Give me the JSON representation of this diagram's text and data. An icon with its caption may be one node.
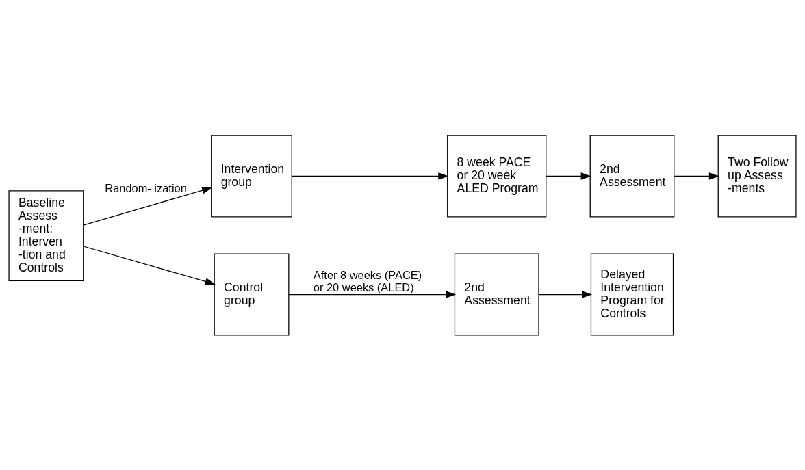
{
  "diagram": {
    "nodes": [
      {
        "text": [
          "Baseline Assess -ment: Interven -tion and Controls"
        ]
      },
      {
        "text": [
          "Intervention group"
        ]
      },
      {
        "text": [
          "8 week PACE or 20 week ALED Program"
        ]
      },
      {
        "text": [
          "2nd Assessment"
        ]
      },
      {
        "text": [
          "Two Follow up Assess -ments"
        ]
      },
      {
        "text": [
          "Control group"
        ]
      },
      {
        "text": [
          "2nd Assessment"
        ]
      },
      {
        "text": [
          "Delayed Intervention Program for Controls"
        ]
      }
    ],
    "edges": [
      {
        "from": 0,
        "to": 1,
        "arrow": "to",
        "label": "Random- ization"
      },
      {
        "from": 0,
        "to": 5,
        "arrow": "to"
      },
      {
        "from": 1,
        "to": 2,
        "arrow": "to"
      },
      {
        "from": 2,
        "to": 3,
        "arrow": "to"
      },
      {
        "from": 3,
        "to": 4,
        "arrow": "to"
      },
      {
        "from": 5,
        "to": 6,
        "arrow": "to",
        "label": "After 8 weeks (PACE) or 20 weeks (ALED)"
      },
      {
        "from": 6,
        "to": 7,
        "arrow": "to"
      }
    ]
  }
}
